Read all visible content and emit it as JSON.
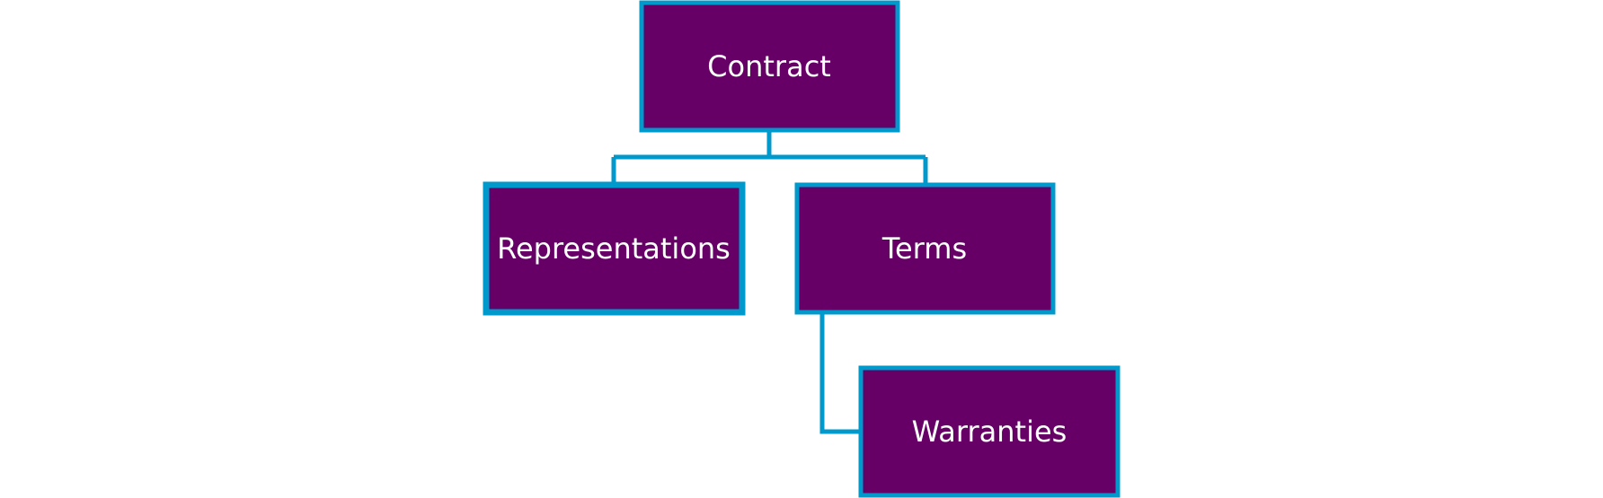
{
  "colors": {
    "node_fill": "#660066",
    "node_border": "#0099cc",
    "connector": "#0099cc",
    "text": "#ffffff",
    "background": "#ffffff"
  },
  "nodes": {
    "contract": {
      "label": "Contract"
    },
    "representations": {
      "label": "Representations"
    },
    "terms": {
      "label": "Terms"
    },
    "warranties": {
      "label": "Warranties"
    }
  },
  "edges": [
    {
      "from": "contract",
      "to": "representations"
    },
    {
      "from": "contract",
      "to": "terms"
    },
    {
      "from": "terms",
      "to": "warranties"
    }
  ]
}
